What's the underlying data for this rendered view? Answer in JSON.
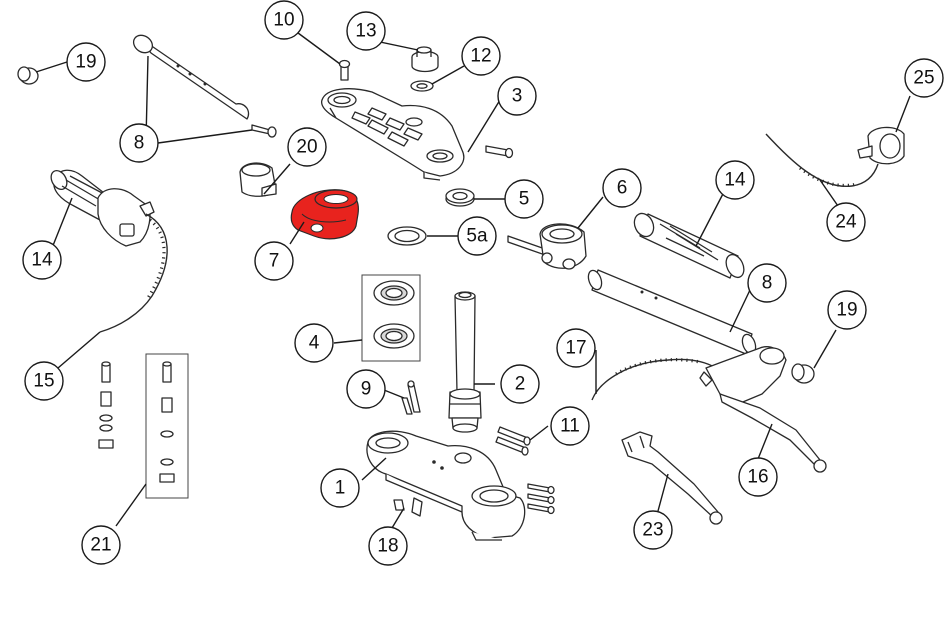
{
  "highlight_color": "#e8231e",
  "callouts": {
    "c1": "1",
    "c2": "2",
    "c3": "3",
    "c4": "4",
    "c5": "5",
    "c5a": "5a",
    "c6": "6",
    "c7": "7",
    "c8a": "8",
    "c8b": "8",
    "c9": "9",
    "c10": "10",
    "c11": "11",
    "c12": "12",
    "c13": "13",
    "c14a": "14",
    "c14b": "14",
    "c15": "15",
    "c16": "16",
    "c17": "17",
    "c18": "18",
    "c19a": "19",
    "c19b": "19",
    "c20": "20",
    "c21": "21",
    "c23": "23",
    "c24": "24",
    "c25": "25"
  }
}
